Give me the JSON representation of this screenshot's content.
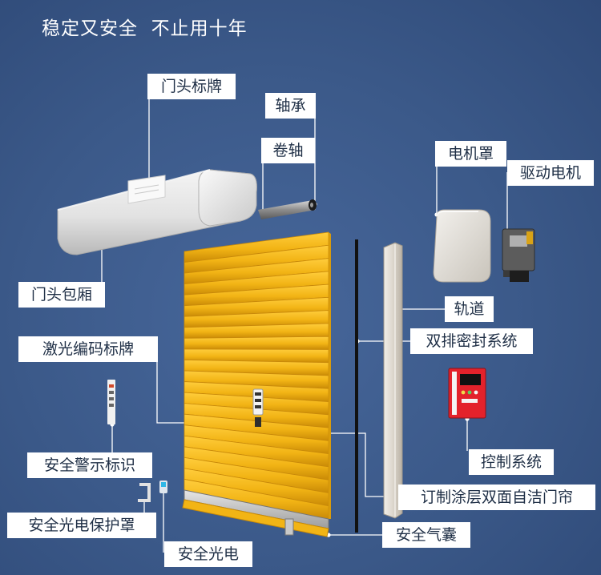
{
  "heading": "稳定又安全  不止用十年",
  "colors": {
    "background": "#3b5989",
    "curtain": "#f2b415",
    "label_bg": "#ffffff",
    "label_text": "#1f2f46",
    "leader_line": "#ffffff",
    "control_box": "#e3222b"
  },
  "labels": {
    "door_head_plate": "门头标牌",
    "bearing": "轴承",
    "roller_shaft": "卷轴",
    "motor_cover": "电机罩",
    "drive_motor": "驱动电机",
    "door_head_housing": "门头包厢",
    "track": "轨道",
    "double_seal": "双排密封系统",
    "laser_code_plate": "激光编码标牌",
    "control_system": "控制系统",
    "warning_sign": "安全警示标识",
    "custom_curtain": "订制涂层双面自洁门帘",
    "photocell_cover": "安全光电保护罩",
    "safety_airbag": "安全气囊",
    "safety_photocell": "安全光电"
  }
}
